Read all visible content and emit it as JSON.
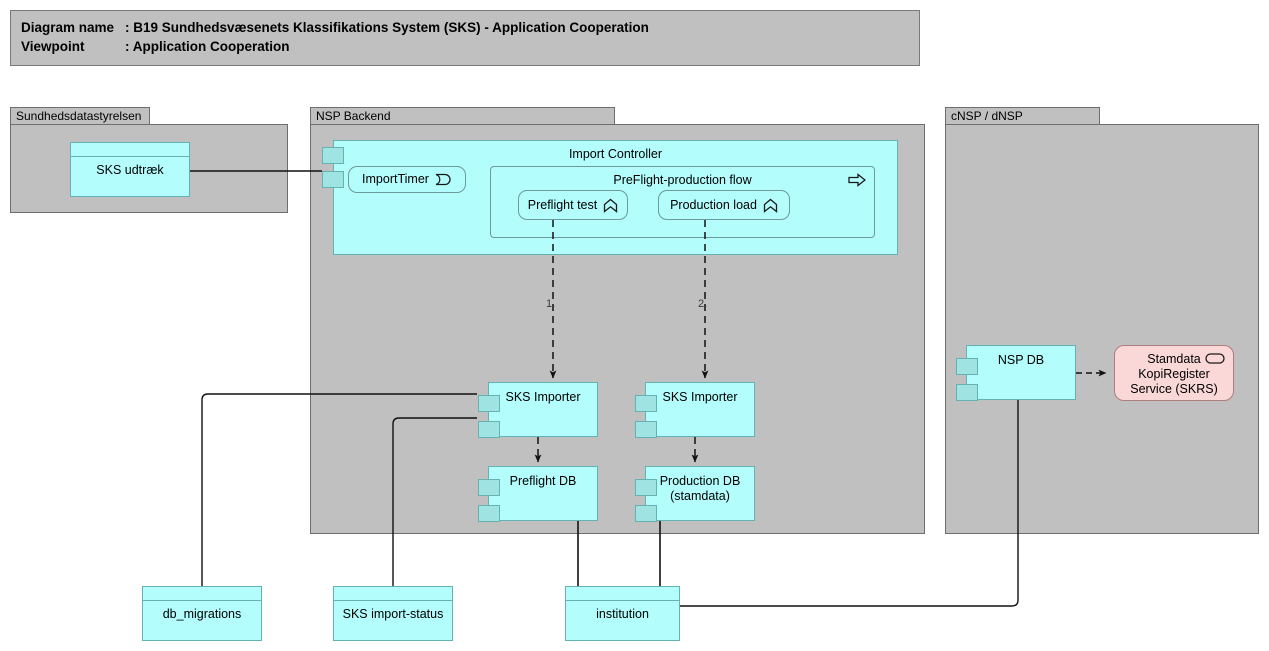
{
  "header": {
    "diagram_name_key": "Diagram name",
    "diagram_name_sep": ": ",
    "diagram_name_value": "B19 Sundhedsvæsenets Klassifikations System (SKS) - Application Cooperation",
    "viewpoint_key": "Viewpoint",
    "viewpoint_sep": ": ",
    "viewpoint_value": "Application Cooperation"
  },
  "groups": {
    "sundhedsdatastyrelsen": {
      "label": "Sundhedsdatastyrelsen"
    },
    "nsp_backend": {
      "label": "NSP Backend"
    },
    "cnsp_dnsp": {
      "label": "cNSP / dNSP"
    }
  },
  "nodes": {
    "sks_udtraek": {
      "label": "SKS udtræk",
      "type": "data-object"
    },
    "import_controller": {
      "label": "Import Controller",
      "type": "component"
    },
    "import_timer": {
      "label": "ImportTimer",
      "type": "application-event",
      "icon": "application-event-icon"
    },
    "preflight_production_flow": {
      "label": "PreFlight-production flow",
      "type": "application-process",
      "icon": "application-process-arrow-icon"
    },
    "preflight_test": {
      "label": "Preflight test",
      "type": "application-function",
      "icon": "application-function-icon"
    },
    "production_load": {
      "label": "Production load",
      "type": "application-function",
      "icon": "application-function-icon"
    },
    "sks_importer_1": {
      "label": "SKS Importer",
      "type": "component"
    },
    "sks_importer_2": {
      "label": "SKS Importer",
      "type": "component"
    },
    "preflight_db": {
      "label": "Preflight DB",
      "type": "component"
    },
    "production_db": {
      "label": "Production DB\n(stamdata)",
      "line1": "Production DB",
      "line2": "(stamdata)",
      "type": "component"
    },
    "nsp_db": {
      "label": "NSP DB",
      "type": "component"
    },
    "skrs": {
      "line1": "Stamdata",
      "line2": "KopiRegister",
      "line3": "Service (SKRS)",
      "type": "application-service",
      "icon": "application-service-oval-icon"
    },
    "db_migrations": {
      "label": "db_migrations",
      "type": "data-object"
    },
    "sks_import_status": {
      "label": "SKS import-status",
      "type": "data-object"
    },
    "institution": {
      "label": "institution",
      "type": "data-object"
    }
  },
  "edges": {
    "flow_1_label": "1.",
    "flow_2_label": "2."
  },
  "colors": {
    "group_fill": "#c0c0c0",
    "group_stroke": "#6e6e6e",
    "app_fill": "#b3fdfd",
    "app_stroke": "#66b2b2",
    "service_fill": "#fbd8d8",
    "service_stroke": "#b07d7d",
    "connector": "#000000",
    "canvas": "#ffffff"
  }
}
